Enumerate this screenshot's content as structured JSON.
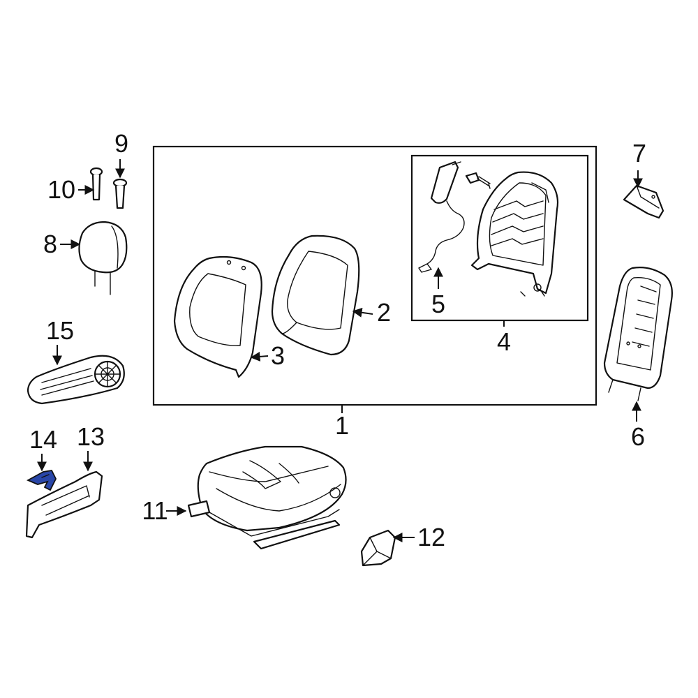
{
  "callouts": {
    "c1": "1",
    "c2": "2",
    "c3": "3",
    "c4": "4",
    "c5": "5",
    "c6": "6",
    "c7": "7",
    "c8": "8",
    "c9": "9",
    "c10": "10",
    "c11": "11",
    "c12": "12",
    "c13": "13",
    "c14": "14",
    "c15": "15"
  },
  "colors": {
    "line": "#111111",
    "highlight": "#2946a8",
    "background": "#ffffff"
  }
}
